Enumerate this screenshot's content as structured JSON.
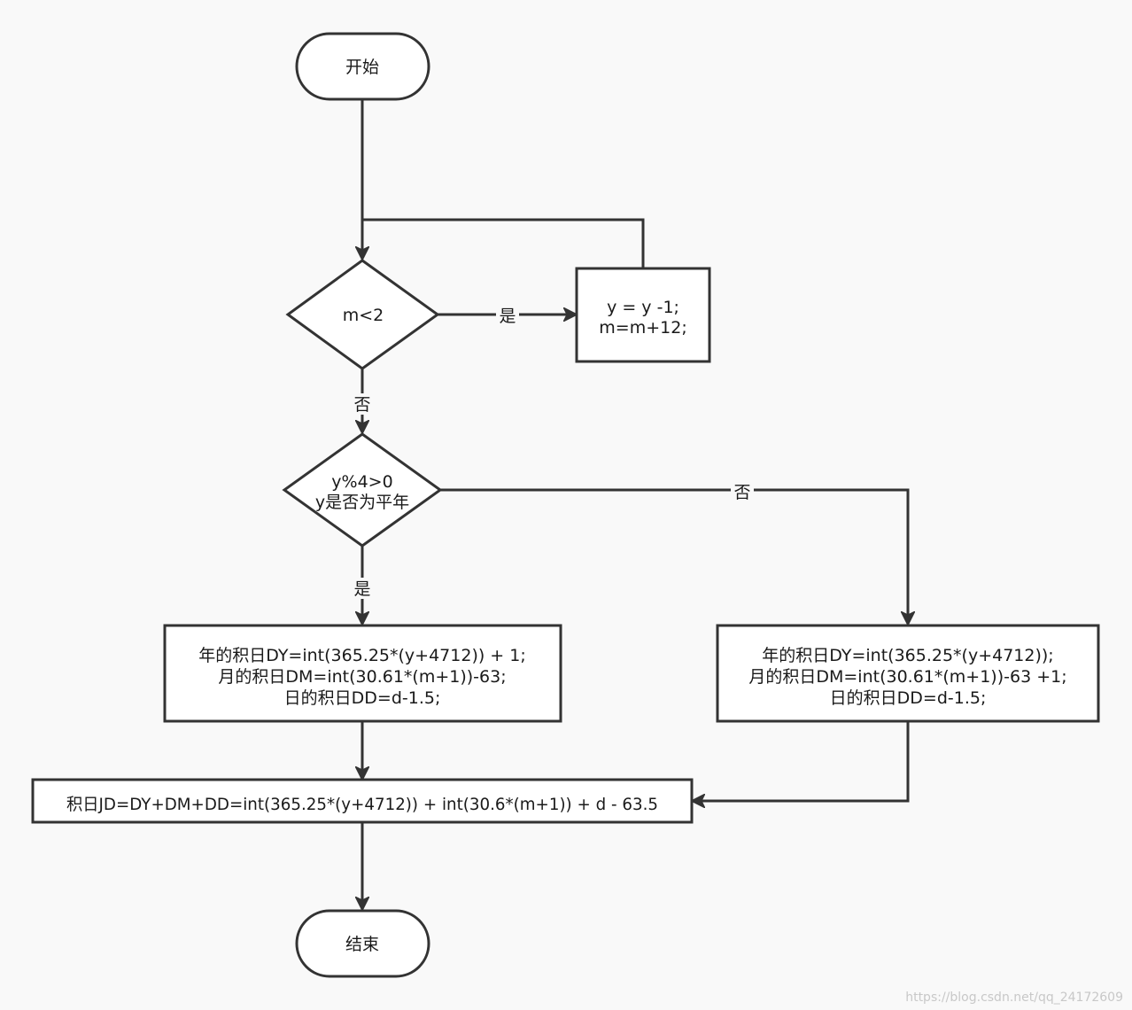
{
  "nodes": {
    "start": {
      "label": "开始"
    },
    "cond_month": {
      "label": "m<2"
    },
    "adjust": {
      "lines": [
        "y = y -1;",
        "m=m+12;"
      ]
    },
    "cond_leap": {
      "lines": [
        "y%4>0",
        "y是否为平年"
      ]
    },
    "common_year": {
      "lines": [
        "年的积日DY=int(365.25*(y+4712)) + 1;",
        "月的积日DM=int(30.61*(m+1))-63;",
        "日的积日DD=d-1.5;"
      ]
    },
    "leap_year": {
      "lines": [
        "年的积日DY=int(365.25*(y+4712));",
        "月的积日DM=int(30.61*(m+1))-63 +1;",
        "日的积日DD=d-1.5;"
      ]
    },
    "jd_formula": {
      "label": "积日JD=DY+DM+DD=int(365.25*(y+4712)) + int(30.6*(m+1)) + d - 63.5"
    },
    "end": {
      "label": "结束"
    }
  },
  "edges": {
    "month_yes": "是",
    "month_no": "否",
    "leap_no": "否",
    "leap_yes": "是"
  },
  "watermark": "https://blog.csdn.net/qq_24172609"
}
